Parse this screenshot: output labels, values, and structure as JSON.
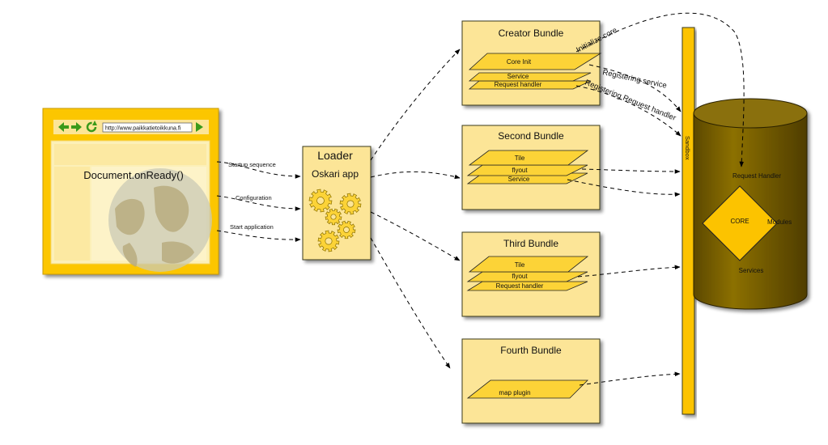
{
  "colors": {
    "bundle_fill": "#fce597",
    "bundle_stroke": "#3a3a1a",
    "layer_fill": "#fcd337",
    "sandbox_fill": "#fcc300",
    "cylinder_fill": "#735c00",
    "cylinder_top": "#8a6f0a",
    "browser_fill": "#fcc600",
    "browser_inner": "#fcf0b8",
    "arrow_color": "#000000",
    "gear_color": "#fcd337"
  },
  "browser": {
    "url": "http://www.paikkatietoikkuna.fi",
    "content_text": "Document.onReady()",
    "icons": [
      "back-arrow-icon",
      "forward-arrow-icon",
      "refresh-icon",
      "go-icon",
      "globe-icon"
    ]
  },
  "flows": {
    "startup": "Startup sequence",
    "configuration": "Configuration",
    "start_app": "Start application"
  },
  "loader": {
    "title": "Loader",
    "subtitle": "Oskari app"
  },
  "bundles": {
    "creator": {
      "title": "Creator Bundle",
      "layers": [
        "Core Init",
        "Service",
        "Request handler"
      ]
    },
    "second": {
      "title": "Second Bundle",
      "layers": [
        "Tile",
        "flyout",
        "Service"
      ]
    },
    "third": {
      "title": "Third Bundle",
      "layers": [
        "Tile",
        "flyout",
        "Request handler"
      ]
    },
    "fourth": {
      "title": "Fourth Bundle",
      "layers": [
        "map plugin"
      ]
    }
  },
  "sandbox": {
    "label": "Sandbox"
  },
  "core": {
    "request_handler": "Request Handler",
    "core_label": "CORE",
    "modules": "Modules",
    "services": "Services"
  },
  "edges": {
    "initialize_core": "Initialize core",
    "registering_service": "Registering service",
    "registering_request_handler": "Registering Request handler"
  }
}
